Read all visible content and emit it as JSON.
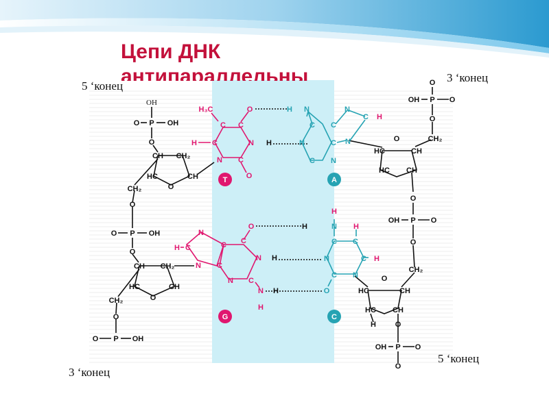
{
  "slide": {
    "title": "Цепи ДНК антипараллельны",
    "labels": {
      "five_prime_left": "5 ‘конец",
      "three_prime_right": "3 ‘конец",
      "five_prime_right": "5 ‘конец",
      "three_prime_left": "3 ‘конец"
    }
  },
  "colors": {
    "title": "#c3113b",
    "center_band": "#cdeff7",
    "backbone": "#111111",
    "base_left": "#e0176f",
    "base_right": "#26a3b3",
    "header_swoosh": "#2aa0d2"
  },
  "bases": {
    "T": "T",
    "A": "A",
    "G": "G",
    "C": "C"
  },
  "atoms": {
    "oh": "OH",
    "o": "O",
    "p": "P",
    "ch": "CH",
    "ch2": "CH₂",
    "hc": "HC",
    "h3c": "H₃C",
    "c": "C",
    "n": "N",
    "h": "H"
  }
}
